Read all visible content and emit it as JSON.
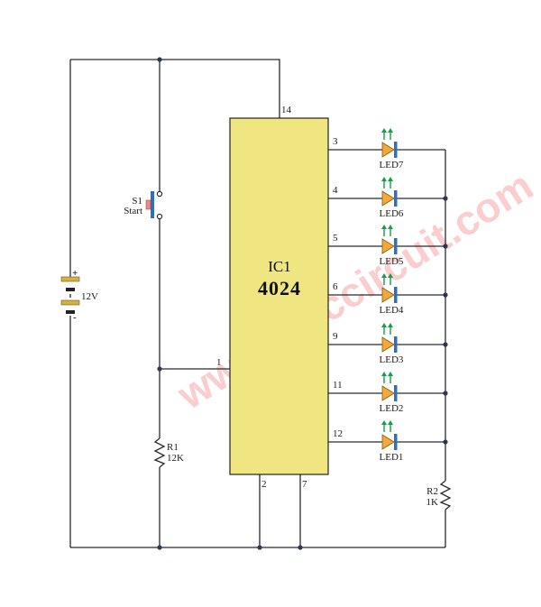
{
  "ic": {
    "name": "IC1",
    "part": "4024",
    "fill": "#efe682"
  },
  "pins": {
    "vdd": "14",
    "clock": "1",
    "reset": "2",
    "vss": "7"
  },
  "switch": {
    "ref": "S1",
    "label": "Start"
  },
  "battery": {
    "voltage": "12V",
    "plus": "+",
    "minus": "-"
  },
  "r1": {
    "ref": "R1",
    "value": "12K"
  },
  "r2": {
    "ref": "R2",
    "value": "1K"
  },
  "leds": [
    {
      "name": "LED7",
      "pin": "3"
    },
    {
      "name": "LED6",
      "pin": "4"
    },
    {
      "name": "LED5",
      "pin": "5"
    },
    {
      "name": "LED4",
      "pin": "6"
    },
    {
      "name": "LED3",
      "pin": "9"
    },
    {
      "name": "LED2",
      "pin": "11"
    },
    {
      "name": "LED1",
      "pin": "12"
    }
  ],
  "watermark": {
    "text": "www.eleccircuit.com",
    "color": "#f6a6a6"
  },
  "colors": {
    "led_body": "#f2a93b",
    "led_bar": "#2f6fc0",
    "light_arrow": "#1a9a4a",
    "battery_plate": "#d4b23c"
  }
}
